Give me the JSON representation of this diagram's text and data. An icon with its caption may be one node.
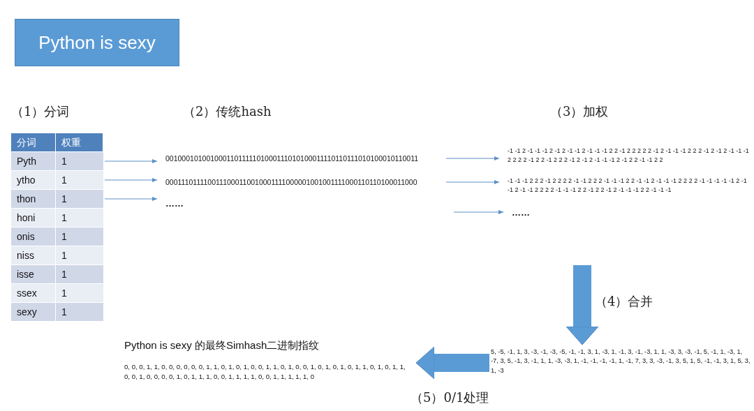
{
  "diagram": {
    "title": "Python is sexy",
    "nodes": [
      {
        "text": [
          "Pyth",
          "1"
        ]
      },
      {
        "text": [
          "ytho",
          "1"
        ]
      },
      {
        "text": [
          "thon",
          "1"
        ]
      },
      {
        "text": [
          "honi",
          "1"
        ]
      },
      {
        "text": [
          "onis",
          "1"
        ]
      },
      {
        "text": [
          "niss",
          "1"
        ]
      },
      {
        "text": [
          "isse",
          "1"
        ]
      },
      {
        "text": [
          "ssex",
          "1"
        ]
      },
      {
        "text": [
          "sexy",
          "1"
        ]
      },
      {
        "text": [
          "0010001010010001101111101000111010100011110110111010100010110011"
        ]
      },
      {
        "text": [
          "0001110111100111000110010001111000001001001111000110110100011000"
        ]
      },
      {
        "text": [
          "……"
        ]
      },
      {
        "text": [
          "-1 -1 2 -1 -1 -1 2 -1 2 -1 -1 2 -1 -1 -1 2 2 -1 2 2 2 2 2 -1 2 -1 -1 -1 2 2 2 -1 2 -1 2 -1 -1 -1 2 2 2 2 -1 2 2 -1 2 2 2 -1 2 -1 2 -1 -1 -1 2 -1 2 2 -1 -1 2 2"
        ]
      },
      {
        "text": [
          "-1 -1 -1 2 2 2 -1 2 2 2 2 -1 -1 2 2 2 -1 -1 -1 2 2 -1 -1 2 -1 -1 -1 2 2 2 2 -1 -1 -1 -1 -1 2 -1 -1 2 -1 -1 2 2 2 2 -1 -1 -1 2 2 -1 2 2 -1 2 -1 -1 -1 2 2 -1 -1 -1"
        ]
      },
      {
        "text": [
          "……"
        ]
      },
      {
        "text": [
          "5, -5, -1, 1, 3, -3, -1, -3, -5, -1, -1, 3, 1, -3, 1, -1, 3, -1, -3, 1, 1, -3, 3, -3, -1, 5, -1, 1, -3, 1, -7, 3, 5, -1, 3, -1, 1, 1, -3, -3, 1, -1, -1, -1, -1, 1, -1, 7, 3, 3, -3, -1, 3, 5, 1, 5, -1, -1, 3, 1, 5, 3, 1, -3"
        ]
      },
      {
        "text": [
          "Python is sexy 的最终Simhash二进制指纹",
          "0, 0, 0, 1, 1, 0, 0, 0, 0, 0, 0, 1, 1, 0, 1, 0, 1, 0, 0, 1, 1, 0, 1, 0, 0, 1, 0, 1, 0, 1, 0, 1, 1, 0, 1, 0, 1, 1, 0, 0, 1, 0, 0, 0, 0, 1, 0, 1, 1, 1, 0, 0, 1, 1, 1, 1, 0, 0, 1, 1, 1, 1, 1, 0"
        ]
      }
    ],
    "edges": [
      {
        "from": 0,
        "to": 9,
        "arrow": "to"
      },
      {
        "from": 1,
        "to": 10,
        "arrow": "to"
      },
      {
        "from": 2,
        "to": 11,
        "arrow": "to"
      },
      {
        "from": 9,
        "to": 12,
        "arrow": "to"
      },
      {
        "from": 10,
        "to": 13,
        "arrow": "to"
      },
      {
        "from": null,
        "to": 14,
        "arrow": "to"
      },
      {
        "from": null,
        "to": 15,
        "arrow": "to",
        "label": "（4）合并",
        "style": "thick"
      },
      {
        "from": 15,
        "to": 16,
        "arrow": "to",
        "label": "（5）0/1处理",
        "style": "thick"
      }
    ],
    "labels": [
      "（1）分词",
      "（2）传统hash",
      "（3）加权",
      "分词",
      "权重"
    ]
  }
}
